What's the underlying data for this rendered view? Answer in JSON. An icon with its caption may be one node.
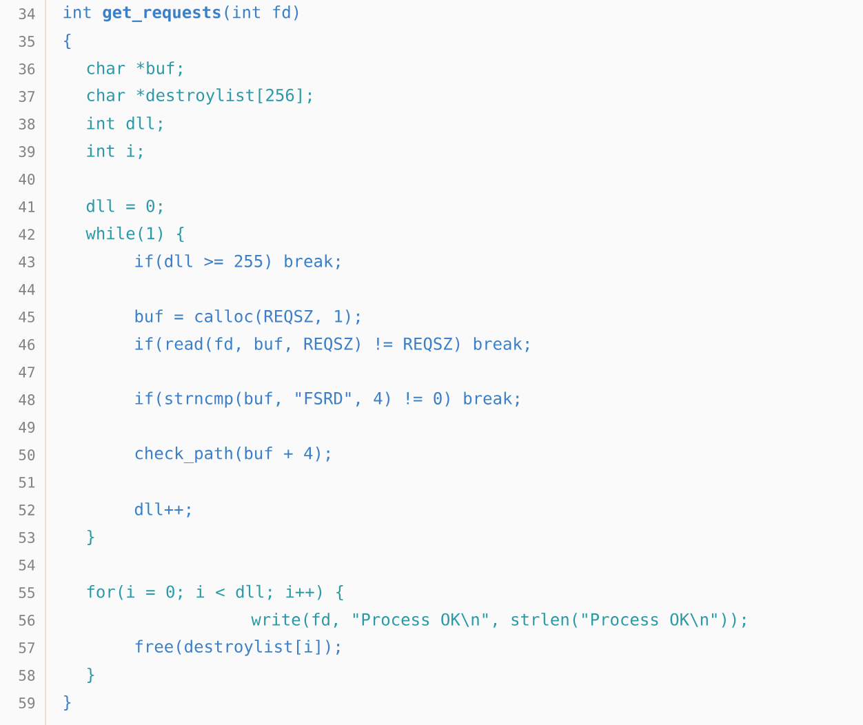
{
  "diagram": {
    "labels": [
      "34",
      "int **get_requests**(int fd)",
      "35",
      "{",
      "36",
      "char *buf;",
      "37",
      "char *destroylist[256];",
      "38",
      "int dll;",
      "39",
      "int i;",
      "40",
      "41",
      "dll = 0;",
      "42",
      "while(1) {",
      "43",
      "if(dll >= 255) break;",
      "44",
      "45",
      "buf = calloc(REQSZ, 1);",
      "46",
      "if(read(fd, buf, REQSZ) != REQSZ) break;",
      "47",
      "48",
      "if(strncmp(buf, \"FSRD\", 4) != 0) break;",
      "49",
      "50",
      "check_path(buf + 4);",
      "51",
      "52",
      "dll++;",
      "53",
      "}",
      "54",
      "55",
      "for(i = 0; i < dll; i++) {",
      "56",
      "write(fd, \"Process OK\\n\", strlen(\"Process OK\\n\"));",
      "57",
      "free(destroylist[i]);",
      "58",
      "}",
      "59",
      "}"
    ]
  }
}
